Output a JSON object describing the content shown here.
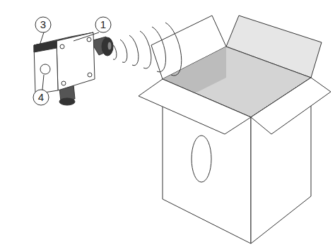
{
  "diagram": {
    "labels": [
      "3",
      "1",
      "4"
    ]
  }
}
